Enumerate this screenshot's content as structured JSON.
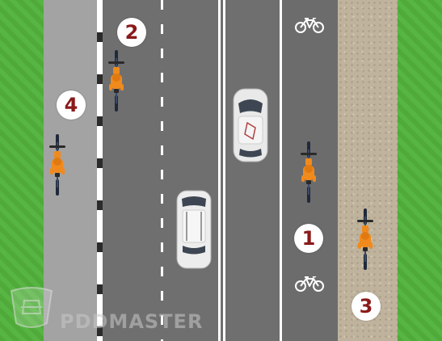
{
  "markers": [
    {
      "label": "1"
    },
    {
      "label": "2"
    },
    {
      "label": "3"
    },
    {
      "label": "4"
    }
  ],
  "watermark": {
    "text": "PDDMASTER"
  },
  "colors": {
    "bicycle_orange": "#f08a1c",
    "marker_text": "#8a1a1a",
    "grass": "#4faa3a",
    "road": "#6f6f70"
  },
  "icons": [
    "bicycle-lane-symbol",
    "car",
    "bicycle",
    "watermark-logo"
  ]
}
